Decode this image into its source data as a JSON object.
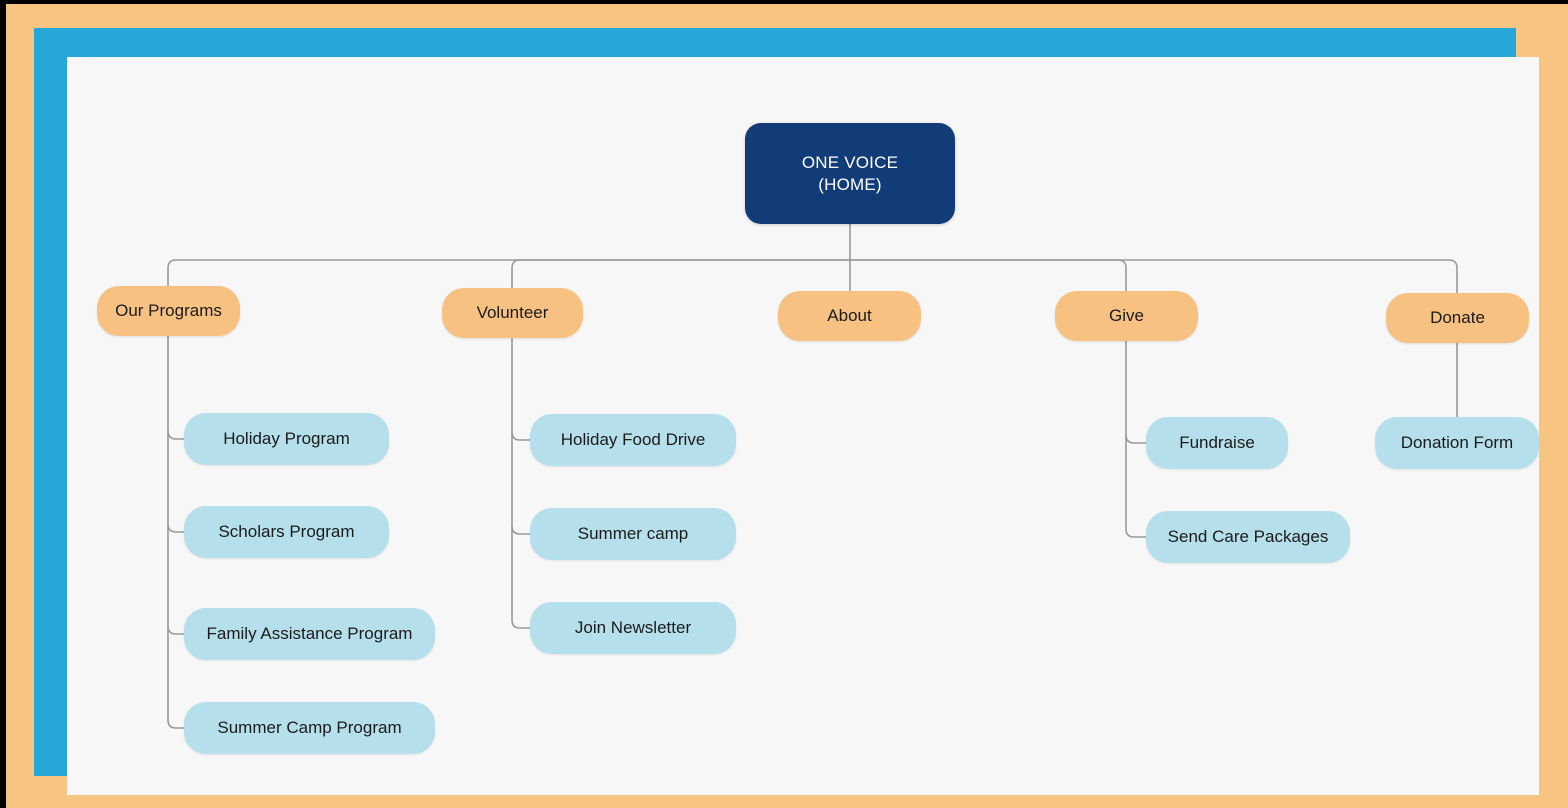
{
  "frame": {
    "outer_border_color": "#000000",
    "band_color": "#f7c482",
    "inner_border_color": "#27a7d8",
    "canvas_color": "#f7f7f8"
  },
  "palette": {
    "root_fill": "#123c78",
    "root_text": "#ffffff",
    "section_fill": "#f7c182",
    "leaf_fill": "#b5dfea",
    "node_text": "#1b1b1b",
    "connector": "#9a9a9a"
  },
  "diagram": {
    "type": "sitemap-tree",
    "root": {
      "label_line1": "ONE VOICE",
      "label_line2": "(HOME)"
    },
    "sections": [
      {
        "label": "Our Programs",
        "children": [
          "Holiday Program",
          "Scholars Program",
          "Family Assistance Program",
          "Summer Camp Program"
        ]
      },
      {
        "label": "Volunteer",
        "children": [
          "Holiday Food Drive",
          "Summer camp",
          "Join Newsletter"
        ]
      },
      {
        "label": "About",
        "children": []
      },
      {
        "label": "Give",
        "children": [
          "Fundraise",
          "Send Care Packages"
        ]
      },
      {
        "label": "Donate",
        "children": [
          "Donation Form"
        ]
      }
    ]
  }
}
